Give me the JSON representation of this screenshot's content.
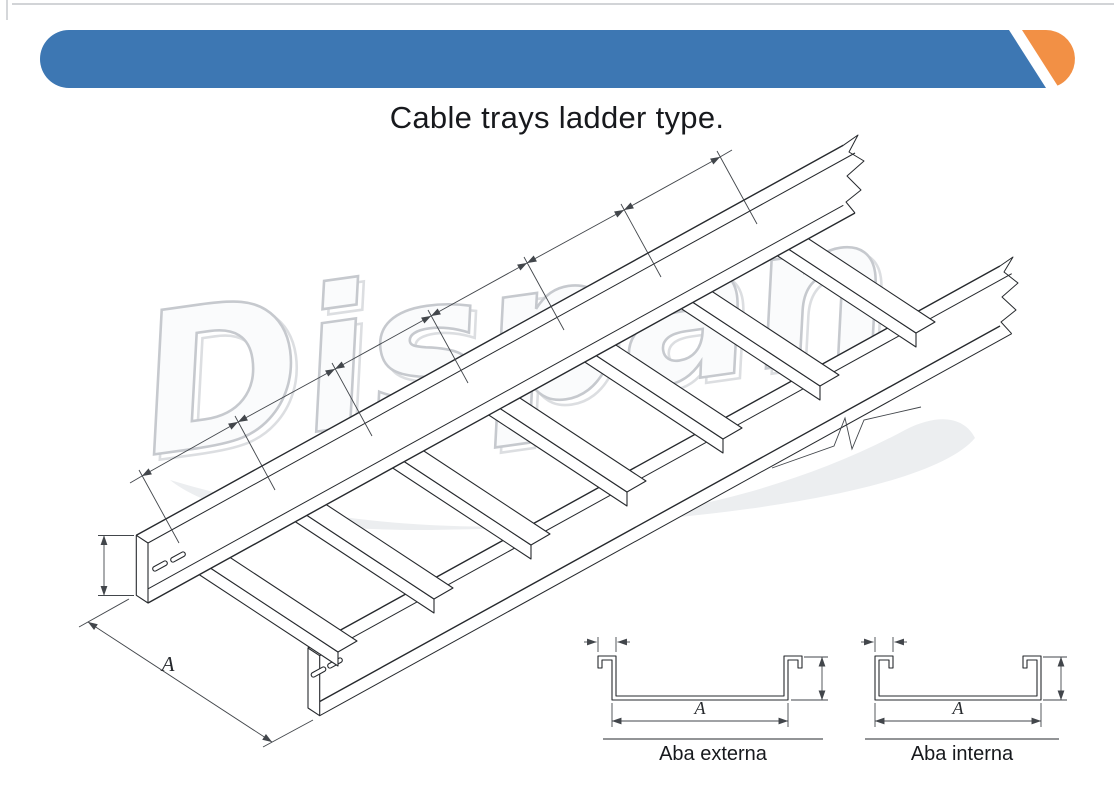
{
  "header": {
    "title": "Cable trays ladder type.",
    "bar_color": "#3d77b3",
    "accent_color": "#f29045"
  },
  "watermark": {
    "text": "Dispan"
  },
  "drawing": {
    "width_label": "A"
  },
  "sections": {
    "externa": {
      "dim_label": "A",
      "caption": "Aba externa"
    },
    "interna": {
      "dim_label": "A",
      "caption": "Aba interna"
    }
  }
}
